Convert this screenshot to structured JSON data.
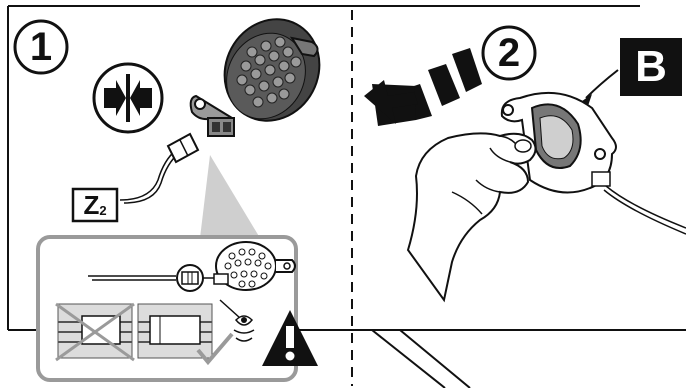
{
  "panel_1": {
    "step_number": "1",
    "connector_label": "Z",
    "connector_subscript": "2",
    "icons": [
      "connect-arrows-icon",
      "speaker-buzzer",
      "wire-connector",
      "checkmark-icon",
      "eye-icon",
      "warning-icon"
    ]
  },
  "panel_2": {
    "step_number": "2",
    "callout_label": "B",
    "icons": [
      "push-arrow-icon",
      "hand-holding-speaker"
    ]
  },
  "colors": {
    "dark_gray": "#4a4a4a",
    "mid_gray": "#9a9a9a",
    "light_gray": "#d2d2d2",
    "black": "#111111"
  }
}
